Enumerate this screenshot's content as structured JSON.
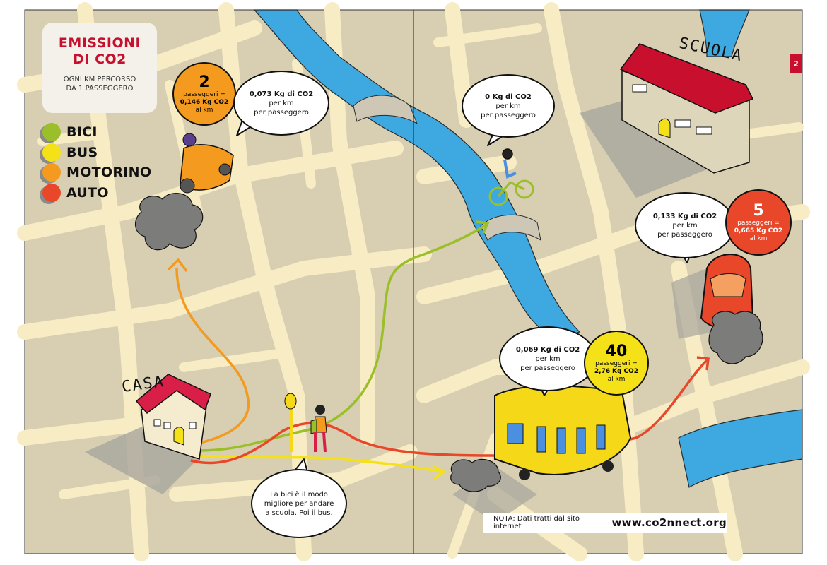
{
  "title": {
    "line1": "EMISSIONI",
    "line2": "DI CO2",
    "subtitle1": "OGNI KM PERCORSO",
    "subtitle2": "DA 1 PASSEGGERO"
  },
  "legend": [
    {
      "label": "BICI",
      "color": "#9bbf2a"
    },
    {
      "label": "BUS",
      "color": "#f5e118"
    },
    {
      "label": "MOTORINO",
      "color": "#f39a1f"
    },
    {
      "label": "AUTO",
      "color": "#e8472a"
    }
  ],
  "motorino": {
    "passengers": "2",
    "passengers_label": "passeggeri =",
    "total_value": "0,146",
    "total_unit": "Kg CO2",
    "per_km": "al km",
    "bubble_value": "0,073 Kg di CO2",
    "bubble_line2": "per km",
    "bubble_line3": "per passeggero"
  },
  "bici": {
    "bubble_value": "0 Kg di CO2",
    "bubble_line2": "per km",
    "bubble_line3": "per passeggero"
  },
  "auto": {
    "passengers": "5",
    "passengers_label": "passeggeri =",
    "total_value": "0,665",
    "total_unit": "Kg CO2",
    "per_km": "al km",
    "bubble_value": "0,133 Kg di CO2",
    "bubble_line2": "per km",
    "bubble_line3": "per passeggero"
  },
  "bus": {
    "passengers": "40",
    "passengers_label": "passeggeri =",
    "total_value": "2,76",
    "total_unit": "Kg CO2",
    "per_km": "al km",
    "bubble_value": "0,069 Kg di CO2",
    "bubble_line2": "per km",
    "bubble_line3": "per passeggero"
  },
  "places": {
    "home": "CASA",
    "school": "SCUOLA"
  },
  "kid_bubble": {
    "line1": "La bici è il modo",
    "line2": "migliore per andare",
    "line3": "a scuola. Poi il bus."
  },
  "note": {
    "text": "NOTA: Dati tratti dal sito internet",
    "url": "www.co2nnect.org"
  },
  "page_number": "2"
}
